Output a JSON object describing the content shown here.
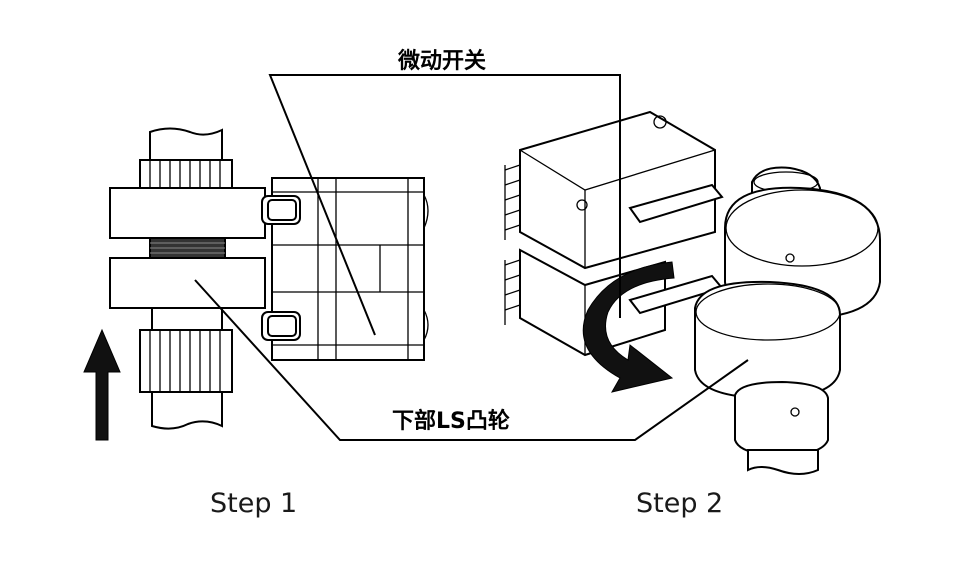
{
  "labels": {
    "micro_switch": "微动开关",
    "lower_ls_cam": "下部LS凸轮",
    "step1": "Step 1",
    "step2": "Step 2"
  }
}
